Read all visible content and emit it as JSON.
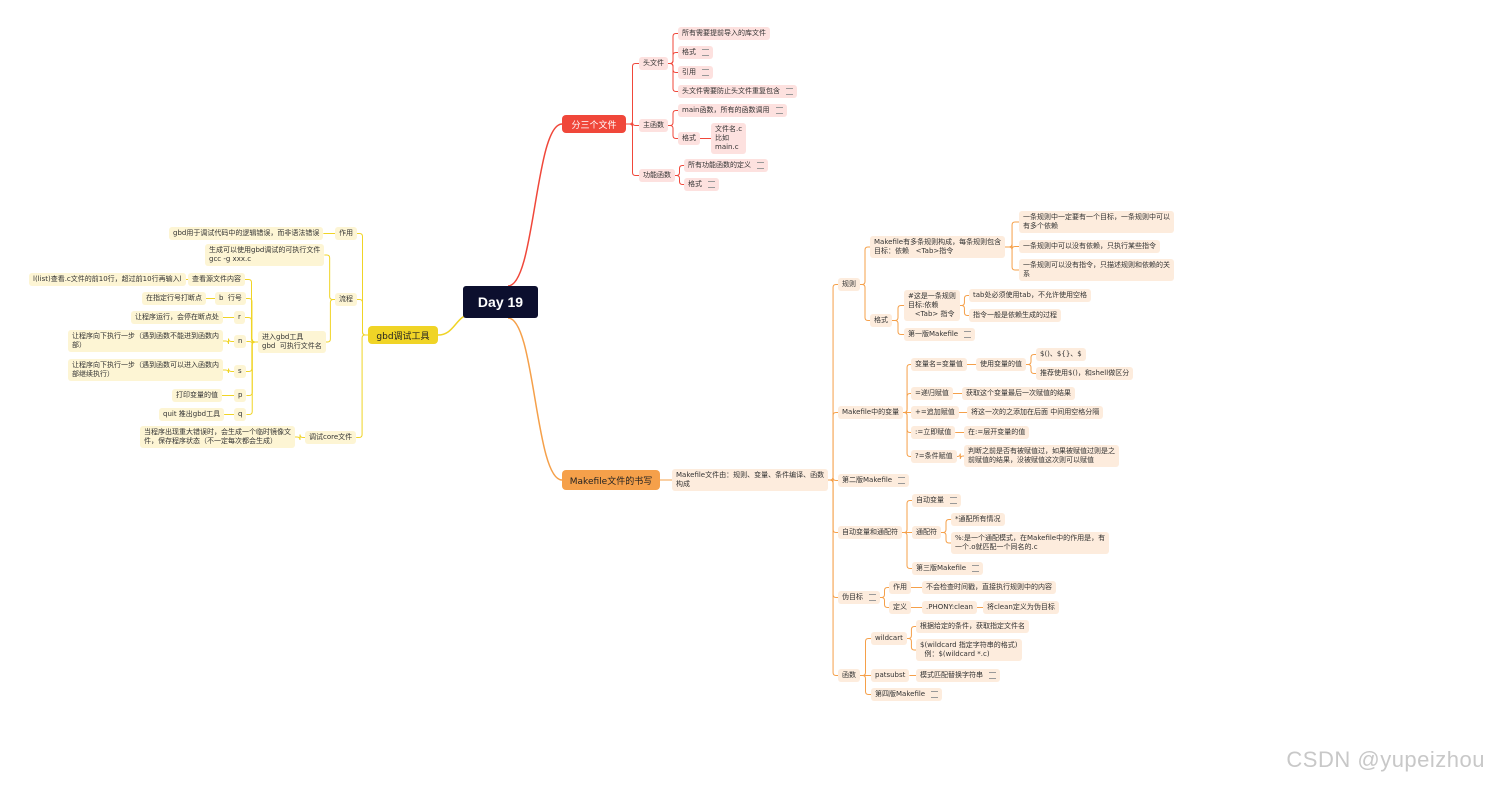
{
  "root": "Day 19",
  "branches": {
    "three_files": "分三个文件",
    "makefile": "Makefile文件的书写",
    "gdb": "gbd调试工具"
  },
  "nodes": {
    "header": "头文件",
    "header_1": "所有需要提前导入的库文件",
    "header_2": "格式",
    "header_3": "引用",
    "header_4": "头文件需要防止头文件重复包含",
    "main": "主函数",
    "main_1": "main函数，所有的函数调用",
    "main_2": "格式",
    "main_2a": "文件名.c\n比如\nmain.c",
    "func": "功能函数",
    "func_1": "所有功能函数的定义",
    "func_2": "格式",
    "mk_intro": "Makefile文件由：规则、变量、条件编译、函数\n构成",
    "rule": "规则",
    "rule_a": "Makefile有多条规则构成，每条规则包含\n目标：依赖   <Tab>指令",
    "rule_a1": "一条规则中一定要有一个目标，一条规则中可以\n有多个依赖",
    "rule_a2": "一条规则中可以没有依赖，只执行某些指令",
    "rule_a3": "一条规则可以没有指令，只描述规则和依赖的关\n系",
    "fmt": "格式",
    "fmt_a": "#这是一条规则\n目标:依赖\n   <Tab> 指令",
    "fmt_a1": "tab处必须使用tab，不允许使用空格",
    "fmt_a2": "指令一般是依赖生成的过程",
    "fmt_b": "第一版Makefile",
    "var": "Makefile中的变量",
    "var_1": "变量名=变量值",
    "var_1a": "使用变量的值",
    "var_1a1": "$()、${}、$",
    "var_1a2": "推荐使用$()，和shell做区分",
    "var_2": "=递归赋值",
    "var_2a": "获取这个变量最后一次赋值的结果",
    "var_3": "+=追加赋值",
    "var_3a": "将这一次的之添加在后面 中间用空格分隔",
    "var_4": ":=立即赋值",
    "var_4a": "在:=层开变量的值",
    "var_5": "?=条件赋值",
    "var_5a": "判断之前是否有被赋值过，如果被赋值过则是之\n前赋值的结果，没被赋值这次则可以赋值",
    "mk2": "第二版Makefile",
    "auto": "自动变量和通配符",
    "auto_1": "自动变量",
    "auto_2": "通配符",
    "auto_2a": "*通配所有情况",
    "auto_2b": "%:是一个通配模式，在Makefile中的作用是，有\n一个.o就匹配一个同名的.c",
    "auto_3": "第三版Makefile",
    "phony": "伪目标",
    "phony_1": "作用",
    "phony_1a": "不会检查时间戳，直接执行规则中的内容",
    "phony_2": "定义",
    "phony_2a": ".PHONY:clean",
    "phony_2b": "将clean定义为伪目标",
    "fn": "函数",
    "fn_1": "wildcart",
    "fn_1a": "根据给定的条件，获取指定文件名",
    "fn_1b": "$(wildcard 指定字符串的格式)\n  例：$(wildcard *.c)",
    "fn_2": "patsubst",
    "fn_2a": "模式匹配替换字符串",
    "fn_3": "第四版Makefile",
    "g_use": "作用",
    "g_use_a": "gbd用于调试代码中的逻辑错误，而非语法错误",
    "g_flow": "流程",
    "g_flow_a": "生成可以使用gbd调试的可执行文件\ngcc -g xxx.c",
    "g_flow_b": "进入gbd工具\ngbd  可执行文件名",
    "g_l": "查看源文件内容",
    "g_l_a": "l(list)查看.c文件的前10行，超过前10行再输入l",
    "g_b": "b  行号",
    "g_b_a": "在指定行号打断点",
    "g_r": "r",
    "g_r_a": "让程序运行，会停在断点处",
    "g_n": "n",
    "g_n_a": "让程序向下执行一步（遇到函数不能进到函数内\n部）",
    "g_s": "s",
    "g_s_a": "让程序向下执行一步（遇到函数可以进入函数内\n部继续执行）",
    "g_p": "p",
    "g_p_a": "打印变量的值",
    "g_q": "q",
    "g_q_a": "quit 推出gbd工具",
    "g_core": "调试core文件",
    "g_core_a": "当程序出现重大错误时，会生成一个临时镜像文\n件，保存程序状态（不一定每次都会生成）"
  },
  "watermark": "CSDN @yupeizhou",
  "colors": {
    "red": "#f0473a",
    "orange": "#f5a04a",
    "yellow": "#f0d426",
    "root": "#0c0f2e"
  }
}
